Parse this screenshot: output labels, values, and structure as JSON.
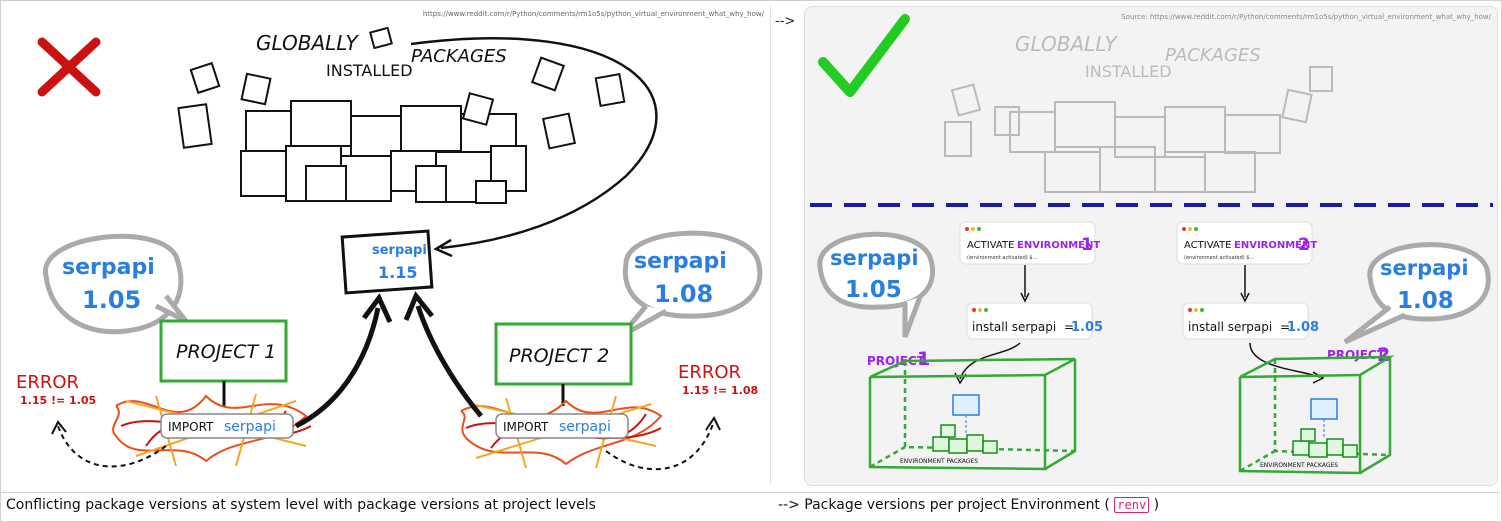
{
  "left": {
    "source_url": "https://www.reddit.com/r/Python/comments/rm1o5s/python_virtual_environment_what_why_how/",
    "globally": "GLOBALLY",
    "installed": "INSTALLED",
    "packages": "PACKAGES",
    "center_pkg_name": "serpapi",
    "center_pkg_version": "1.15",
    "bubble1_name": "serpapi",
    "bubble1_version": "1.05",
    "bubble2_name": "serpapi",
    "bubble2_version": "1.08",
    "project1": "PROJECT 1",
    "project2": "PROJECT 2",
    "import_word": "IMPORT",
    "import_pkg": "serpapi",
    "error1_title": "ERROR",
    "error1_detail": "1.15 != 1.05",
    "error2_title": "ERROR",
    "error2_detail": "1.15 != 1.08",
    "colors": {
      "red": "#cc1111",
      "green": "#33aa33",
      "blue": "#2a7ee0"
    }
  },
  "separator": "-->",
  "right": {
    "source_url": "Source: https://www.reddit.com/r/Python/comments/rm1o5s/python_virtual_environment_what_why_how/",
    "globally": "GLOBALLY",
    "installed": "INSTALLED",
    "packages": "PACKAGES",
    "bubble1_name": "serpapi",
    "bubble1_version": "1.05",
    "bubble2_name": "serpapi",
    "bubble2_version": "1.08",
    "activate_word": "ACTIVATE",
    "environment_word": "ENVIRONMENT",
    "env1_number": "1",
    "env2_number": "2",
    "env_activated": "(environment activated) $...",
    "install_word": "install serpapi",
    "install_eq": "=",
    "install1_version": "1.05",
    "install2_version": "1.08",
    "project1_word": "PROJECT",
    "project1_number": "1",
    "project2_word": "PROJECT",
    "project2_number": "2",
    "env_packages": "ENVIRONMENT PACKAGES",
    "colors": {
      "green": "#22cc22",
      "dashed_line": "#1a1aa8",
      "purple": "#a020f0",
      "blue": "#2a7ee0"
    }
  },
  "captions": {
    "left": "Conflicting package versions at system level with package versions at project levels",
    "right_prefix": "--> Package versions per project Environment (",
    "right_code": "renv",
    "right_suffix": ")"
  }
}
